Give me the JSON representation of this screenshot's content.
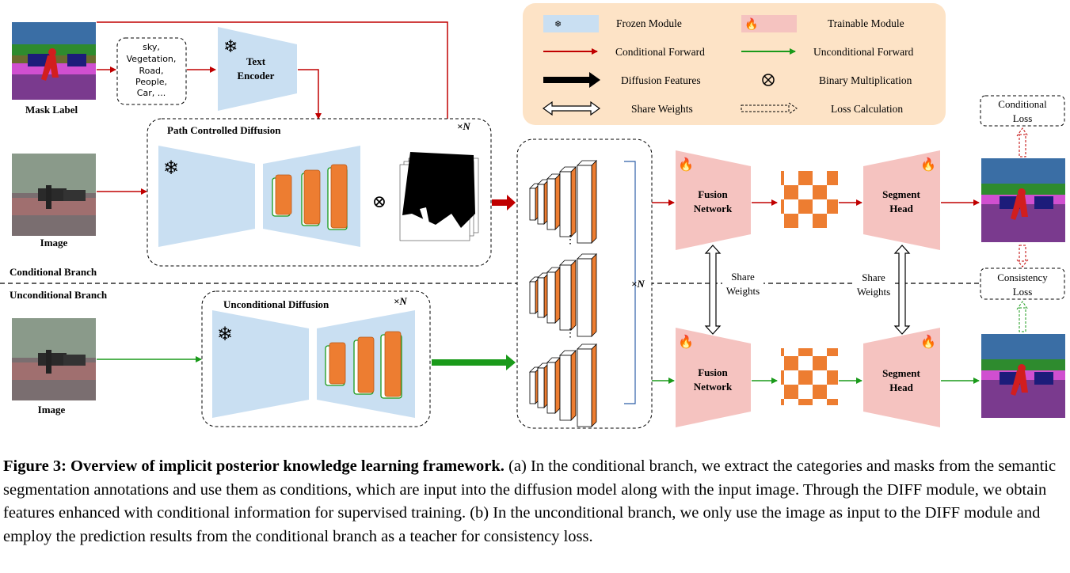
{
  "legend": {
    "frozen_module": "Frozen Module",
    "trainable_module": "Trainable Module",
    "conditional_forward": "Conditional Forward",
    "unconditional_forward": "Unconditional Forward",
    "diffusion_features": "Diffusion Features",
    "binary_multiplication": "Binary Multiplication",
    "share_weights": "Share Weights",
    "loss_calculation": "Loss Calculation"
  },
  "labels": {
    "mask_label": "Mask Label",
    "image_top": "Image",
    "image_bottom": "Image",
    "text_encoder_line1": "Text",
    "text_encoder_line2": "Encoder",
    "path_controlled_diffusion": "Path Controlled Diffusion",
    "unconditional_diffusion": "Unconditional Diffusion",
    "times_n": "×N",
    "conditional_branch": "Conditional Branch",
    "unconditional_branch": "Unconditional Branch",
    "fusion_network_line1": "Fusion",
    "fusion_network_line2": "Network",
    "segment_head_line1": "Segment",
    "segment_head_line2": "Head",
    "share_weights_line1": "Share",
    "share_weights_line2": "Weights",
    "conditional_loss_line1": "Conditional",
    "conditional_loss_line2": "Loss",
    "consistency_loss_line1": "Consistency",
    "consistency_loss_line2": "Loss",
    "otimes": "⊗",
    "vdots": "⋮"
  },
  "conditions": [
    {
      "text": "sky,",
      "color": "#3c6e9c"
    },
    {
      "text": "Vegetation,",
      "color": "#6b8e23"
    },
    {
      "text": "Road,",
      "color": "#7b3f7b"
    },
    {
      "text": "People,",
      "color": "#c81e1e"
    },
    {
      "text": "Car, ...",
      "color": "#1e2a78"
    }
  ],
  "colors": {
    "frozen": "#c9dff2",
    "trainable": "#f5c3c0",
    "orange": "#ed7d31",
    "cond_arrow": "#c00000",
    "uncond_arrow": "#1a9a1a",
    "legend_bg": "#fde3c6"
  },
  "caption": {
    "head": "Figure 3: Overview of implicit posterior knowledge learning framework.",
    "body": " (a) In the conditional branch, we extract the categories and masks from the semantic segmentation annotations and use them as conditions, which are input into the diffusion model along with the input image. Through the DIFF module, we obtain features enhanced with conditional information for supervised training. (b) In the unconditional branch, we only use the image as input to the DIFF module and employ the prediction results from the conditional branch as a teacher for consistency loss."
  }
}
